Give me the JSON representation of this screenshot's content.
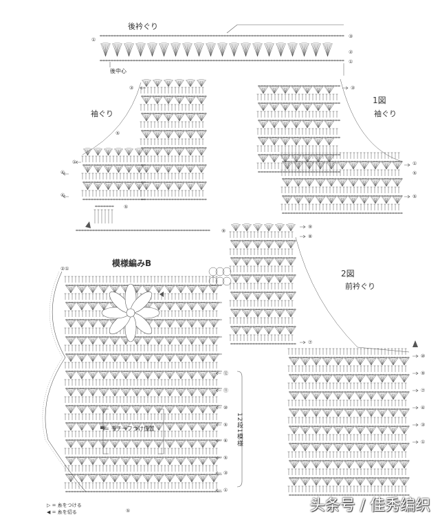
{
  "labels": {
    "back_neck": "後衿ぐり",
    "back_center": "後中心",
    "sleeve_left": "袖ぐり",
    "fig1": "1図",
    "sleeve_right": "袖ぐり",
    "pattern_b": "模様編みB",
    "fig2": "2図",
    "front_neck": "前衿ぐり",
    "repeat": "12段1模様",
    "motif_position": "= モチーフつけ位置"
  },
  "legend": {
    "attach_yarn": "= 糸をつける",
    "cut_yarn": "= 糸を切る"
  },
  "watermark": "头条号 / 佳秀编织",
  "colors": {
    "ink": "#555555",
    "paper": "#ffffff"
  }
}
